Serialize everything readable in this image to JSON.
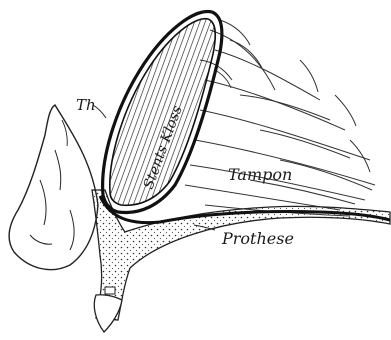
{
  "labels": {
    "th": "Th",
    "stents_kloss": "Stents Kloss",
    "tampon": "Tampon",
    "prothese": "Prothese"
  }
}
